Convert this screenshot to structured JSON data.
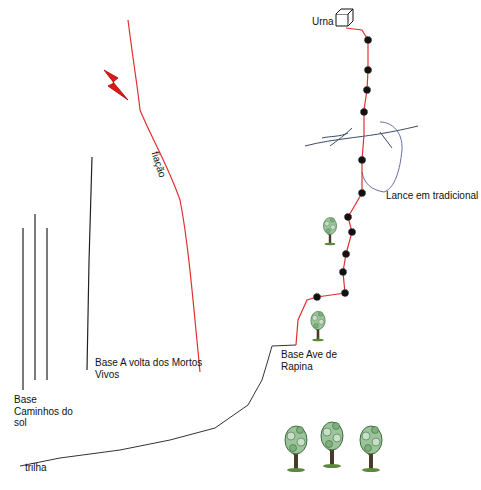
{
  "diagram": {
    "labels": [
      "Urna",
      "fiação",
      "Lance em tradicional",
      "Base Ave de Rapina",
      "Base A volta dos Mortos Vivos",
      "Base Caminhos do sol",
      "trilha"
    ]
  }
}
